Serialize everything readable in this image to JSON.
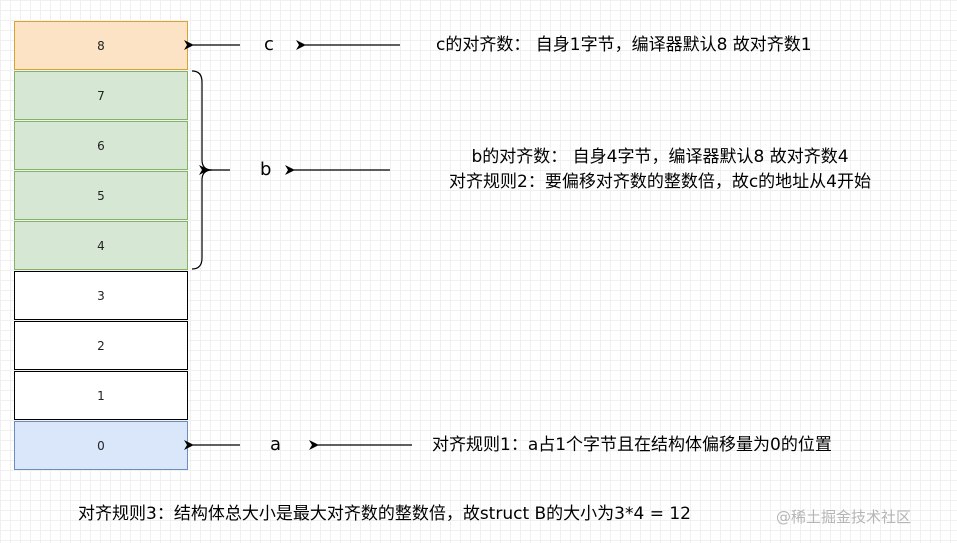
{
  "colors": {
    "c_fill": "#fde3c6",
    "c_border": "#d8a431",
    "b_fill": "#d6e8d4",
    "b_border": "#82b366",
    "a_fill": "#dae7fb",
    "a_border": "#6c8ebf",
    "plain_fill": "#ffffff"
  },
  "memory": {
    "cells": [
      {
        "index": "8",
        "group": "c"
      },
      {
        "index": "7",
        "group": "b"
      },
      {
        "index": "6",
        "group": "b"
      },
      {
        "index": "5",
        "group": "b"
      },
      {
        "index": "4",
        "group": "b"
      },
      {
        "index": "3",
        "group": "none"
      },
      {
        "index": "2",
        "group": "none"
      },
      {
        "index": "1",
        "group": "none"
      },
      {
        "index": "0",
        "group": "a"
      }
    ]
  },
  "labels": {
    "c": "c",
    "b": "b",
    "a": "a"
  },
  "notes": {
    "c_align": "c的对齐数： 自身1字节，编译器默认8 故对齐数1",
    "b_align": "b的对齐数： 自身4字节，编译器默认8 故对齐数4",
    "rule2": "对齐规则2：要偏移对齐数的整数倍，故c的地址从4开始",
    "rule1": "对齐规则1：a占1个字节且在结构体偏移量为0的位置",
    "rule3": "对齐规则3：结构体总大小是最大对齐数的整数倍，故struct B的大小为3*4 = 12"
  },
  "watermark": "@稀土掘金技术社区"
}
